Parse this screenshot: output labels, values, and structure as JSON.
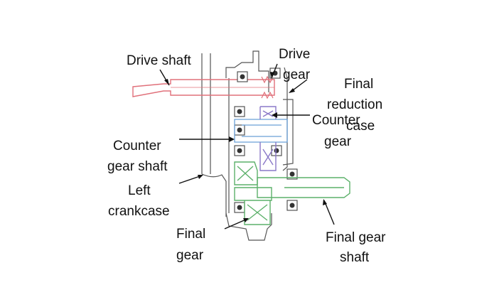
{
  "labels": {
    "drive_shaft": "Drive shaft",
    "drive_gear": [
      "Drive",
      "gear"
    ],
    "final_reduction_case": [
      "Final",
      "reduction",
      "case"
    ],
    "counter_gear": [
      "Counter",
      "gear"
    ],
    "counter_gear_shaft": [
      "Counter",
      "gear shaft"
    ],
    "left_crankcase": [
      "Left",
      "crankcase"
    ],
    "final_gear": [
      "Final",
      "gear"
    ],
    "final_gear_shaft": [
      "Final gear",
      "shaft"
    ]
  },
  "colors": {
    "drive_shaft": "#e0707a",
    "counter_gear": "#8a78c8",
    "counter_gear_shaft": "#6aa0d8",
    "final_gear": "#5cb06a",
    "housing": "#555555"
  }
}
